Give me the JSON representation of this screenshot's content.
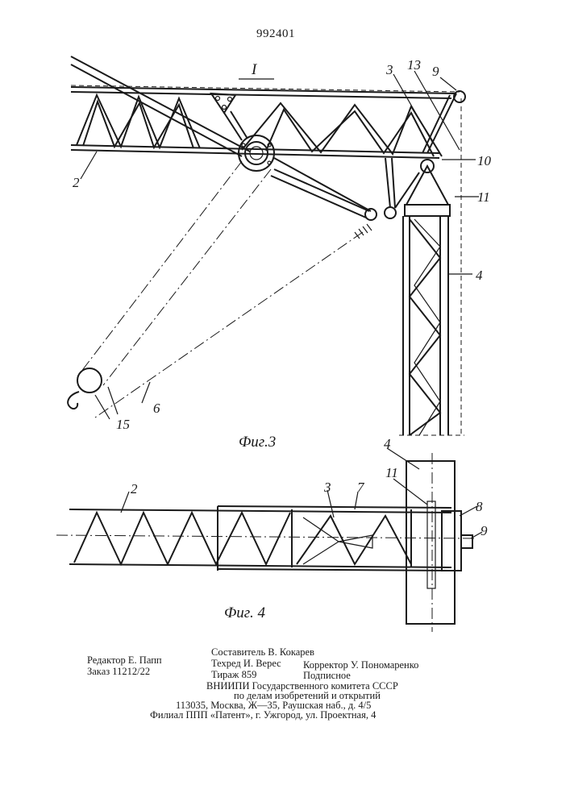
{
  "header": {
    "patent_number": "992401"
  },
  "figure3": {
    "view_mark": "I",
    "caption": "Фиг.3",
    "labels": {
      "l2": "2",
      "l3": "3",
      "l13": "13",
      "l9": "9",
      "l10": "10",
      "l11": "11",
      "l4": "4",
      "l15": "15",
      "l6": "6"
    }
  },
  "figure4": {
    "caption": "Фиг. 4",
    "labels": {
      "l4": "4",
      "l11": "11",
      "l2": "2",
      "l3": "3",
      "l7": "7",
      "l8": "8",
      "l9": "9"
    }
  },
  "imprint": {
    "editor": "Редактор Е. Папп",
    "order": "Заказ 11212/22",
    "compiler": "Составитель В. Кокарев",
    "techred": "Техред И. Верес",
    "print_run": "Тираж 859",
    "corrector": "Корректор У. Пономаренко",
    "subscription": "Подписное",
    "org_line1": "ВНИИПИ Государственного комитета СССР",
    "org_line2": "по делам изобретений и открытий",
    "org_line3": "113035, Москва, Ж—35, Раушская наб., д. 4/5",
    "branch": "Филиал ППП «Патент», г. Ужгород, ул. Проектная, 4"
  }
}
